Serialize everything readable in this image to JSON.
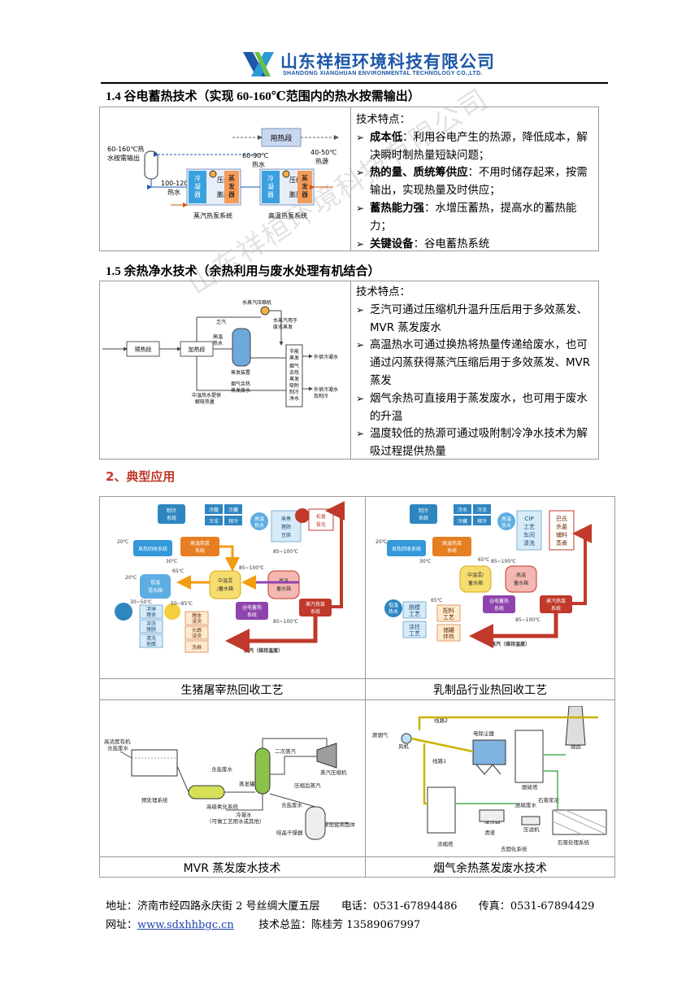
{
  "header": {
    "company_cn": "山东祥桓环境科技有限公司",
    "company_en": "SHANDONG XIANGHUAN ENVIRONMENTAL TECHNOLOGY CO.,LTD."
  },
  "watermark": "山东祥桓环境科技有限公司",
  "section_1_4": {
    "title": "1.4 谷电蓄热技术（实现 60-160℃范围内的热水按需输出）",
    "diagram": {
      "out_label": [
        "60-160℃热",
        "水按需输出"
      ],
      "hot_use": "用热段",
      "water_60_90": [
        "60-90℃",
        "热水"
      ],
      "water_100_120": [
        "100-120℃",
        "热水"
      ],
      "source_40_50": [
        "40-50℃",
        "热源"
      ],
      "condenser": [
        "冷",
        "凝",
        "器"
      ],
      "compressor": "压缩机",
      "expansion": "膨胀阀",
      "evaporator": [
        "蒸",
        "发",
        "器"
      ],
      "hp1": "蒸汽热泵系统",
      "hp2": "高温热泵系统"
    },
    "features_title": "技术特点：",
    "features": [
      {
        "bold": "成本低",
        "text": "：利用谷电产生的热源，降低成本，解决瞬时制热量短缺问题；"
      },
      {
        "bold": "热的量、质统筹供应",
        "text": "：不用时储存起来，按需输出，实现热量及时供应；"
      },
      {
        "bold": "蓄热能力强",
        "text": "：水增压蓄热，提高水的蓄热能力；"
      },
      {
        "bold": "关键设备",
        "text": "：谷电蓄热系统"
      }
    ]
  },
  "section_1_5": {
    "title": "1.5 余热净水技术（余热利用与废水处理有机结合）",
    "diagram": {
      "preheat": "预热段",
      "heat": "加热段",
      "steam_comp": "水蒸汽压缩机",
      "exhaust": "乏汽",
      "hot_water": [
        "高温",
        "热水"
      ],
      "evap_device": "蒸发装置",
      "steam_for": [
        "水蒸汽用于",
        "废水蒸发"
      ],
      "flue": [
        "烟气余热",
        "蒸发废水"
      ],
      "low_temp": [
        "中温热水提供",
        "解吸热量"
      ],
      "energy_save": [
        "节能",
        "蒸发",
        "烟气",
        "余热",
        "蒸发",
        "吸附",
        "制冷",
        "净水"
      ],
      "out1": "外供冷凝水",
      "out2": [
        "外供冷凝水",
        "及制冷"
      ]
    },
    "features_title": "技术特点：",
    "features": [
      "乏汽可通过压缩机升温升压后用于多效蒸发、MVR 蒸发废水",
      "高温热水可通过换热将热量传递给废水，也可通过闪蒸获得蒸汽压缩后用于多效蒸发、MVR 蒸发",
      "烟气余热可直接用于蒸发废水，也可用于废水的升温",
      "温度较低的热源可通过吸附制冷净水技术为解吸过程提供热量"
    ]
  },
  "section_2": {
    "title": "2、典型应用",
    "captions": [
      "生猪屠宰热回收工艺",
      "乳制品行业热回收工艺",
      "MVR 蒸发废水技术",
      "烟气余热蒸发废水技术"
    ],
    "pig": {
      "refrig": [
        "制冷",
        "系统"
      ],
      "cold": [
        "冷酸",
        "冷藏",
        "冷冻",
        "预冷"
      ],
      "heat_recover": "显热回收系统",
      "ht_pump": [
        "高温热泵",
        "系统"
      ],
      "cook": [
        "高温",
        "热水"
      ],
      "pot": [
        "蒸煮",
        "猪肠",
        "豆腐"
      ],
      "song": [
        "松香",
        "拔毛"
      ],
      "low_tank": [
        "低温",
        "混水箱"
      ],
      "mid_tank": [
        "中温混",
        "/蓄水箱"
      ],
      "hi_tank": [
        "高温",
        "蓄水箱"
      ],
      "valley": [
        "谷电蓄热",
        "系统"
      ],
      "steam_hp": [
        "蒸汽热泵",
        "系统"
      ],
      "uses_a": [
        "冲淋",
        "猪体",
        "冲洗",
        "猪肠",
        "清洗",
        "地面"
      ],
      "uses_b": [
        "猪体",
        "浸烫",
        "头蹄",
        "浸烫",
        "洗框"
      ],
      "steam": "蒸汽（维持温度）",
      "t20a": "20℃",
      "t30": "30℃",
      "t65a": "65℃",
      "t65b": "65℃",
      "t20b": "20℃",
      "t3050": "30~50℃",
      "t5085": "50~85℃",
      "t85100a": "85~100℃",
      "t85100b": "85~100℃",
      "t85100c": "85~100℃"
    },
    "dairy": {
      "refrig": [
        "制冷",
        "系统"
      ],
      "cold": [
        "冷水",
        "冷冻",
        "冷藏",
        "预冷"
      ],
      "heat_recover": "显热回收系统",
      "ht_pump": [
        "高温热泵",
        "系统"
      ],
      "cip": [
        "CIP",
        "工艺",
        "车间",
        "清洗"
      ],
      "pasteur": [
        "巴氏",
        "杀菌",
        "辅料",
        "蒸煮"
      ],
      "hot": [
        "高温",
        "热水"
      ],
      "mid_tank": [
        "中温混/",
        "蓄水箱"
      ],
      "hi_tank": [
        "高温",
        "蓄水箱"
      ],
      "valley": [
        "谷电蓄热",
        "系统"
      ],
      "steam_hp": [
        "蒸汽热泵",
        "系统"
      ],
      "low": [
        "低温",
        "热水"
      ],
      "uses_a": [
        "脱模",
        "工艺",
        "涂拄",
        "工艺"
      ],
      "uses_b": [
        "配料",
        "工艺",
        "储罐",
        "伴热"
      ],
      "steam": "蒸汽（维持温度）",
      "t20": "20℃",
      "t30": "30℃",
      "t65a": "65℃",
      "t65b": "65℃",
      "t85100a": "85~100℃",
      "t85100b": "85~100℃"
    },
    "mvr": {
      "in": [
        "高浓度有机",
        "含盐废水"
      ],
      "pre": "预处理系统",
      "ox": "高级氧化系统",
      "salt_ww1": "含盐废水",
      "salt_ww2": "含盐废水",
      "evap": "蒸发罐",
      "sec_steam": "二次蒸汽",
      "comp": "蒸汽压缩机",
      "comp_after": "压缩后蒸汽",
      "cond": [
        "冷凝水",
        "（可做工艺用水或其他）"
      ],
      "dryer": "结晶干燥器",
      "solid": "排出盐类固体"
    },
    "flue": {
      "raw": "原烟气",
      "fan": "风机",
      "line2": "线路2",
      "line1": "线路1",
      "esp": "电除尘器",
      "desulf": "脱硫塔",
      "stack": "烟囱",
      "conc": "浓缩塔",
      "ww": "脱硫废水",
      "cyc": "旋流器",
      "press": "压滤机",
      "gyp": "石膏浆液",
      "gyp_sys": "石膏处理系统",
      "solid": "去固化系统",
      "clear": "清液"
    }
  },
  "footer": {
    "addr_label": "地址：",
    "addr": "济南市经四路永庆街 2 号丝绸大厦五层",
    "tel_label": "电话：",
    "tel": "0531-67894486",
    "fax_label": "传真：",
    "fax": "0531-67894429",
    "web_label": "网址：",
    "web": "www.sdxhhbgc.cn",
    "chief_label": "技术总监：",
    "chief": "陈桂芳 13589067997"
  }
}
